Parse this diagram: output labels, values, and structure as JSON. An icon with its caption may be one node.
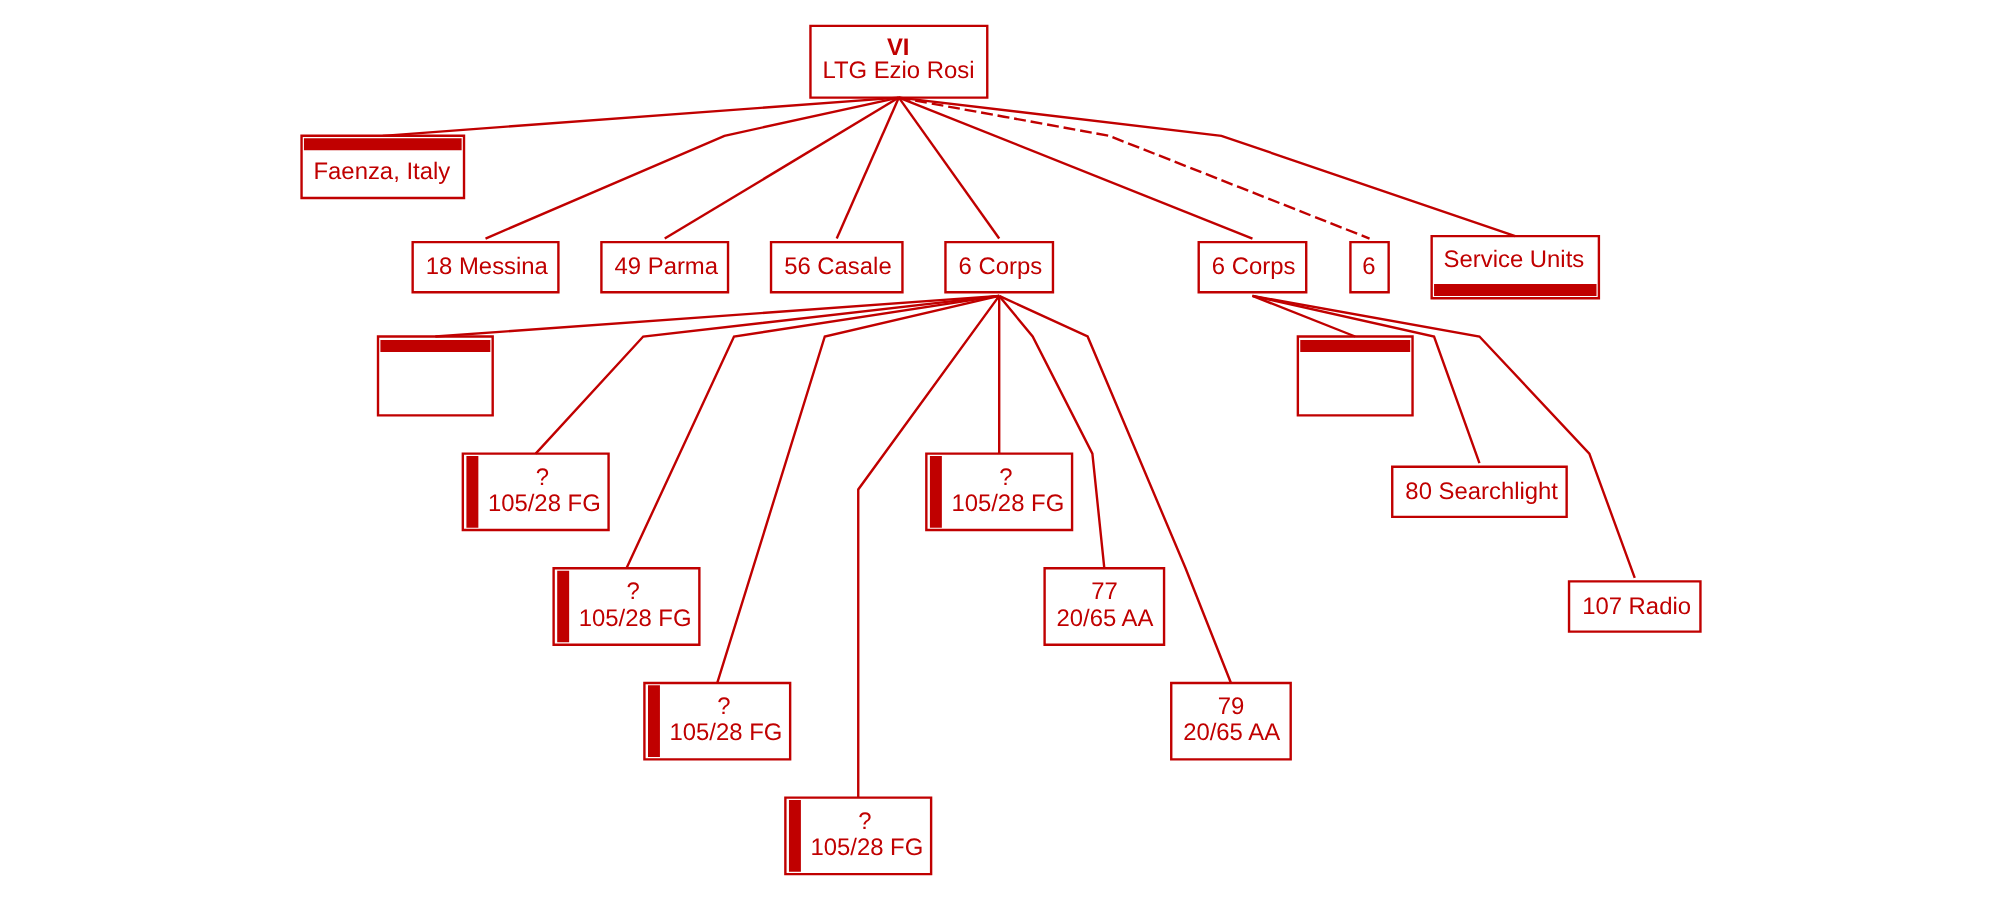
{
  "diagram": {
    "nodes": [
      {
        "text": [
          "VI",
          "LTG Ezio Rosi"
        ]
      },
      {
        "text": [
          "Faenza, Italy"
        ]
      },
      {
        "text": [
          "18 Messina"
        ]
      },
      {
        "text": [
          "49 Parma"
        ]
      },
      {
        "text": [
          "56 Casale"
        ]
      },
      {
        "text": [
          "6 Corps"
        ]
      },
      {
        "text": [
          "6 Corps"
        ]
      },
      {
        "text": [
          "6"
        ]
      },
      {
        "text": [
          "Service Units"
        ]
      },
      {
        "text": [],
        "shape": "box"
      },
      {
        "text": [
          "?",
          "105/28 FG"
        ]
      },
      {
        "text": [
          "?",
          "105/28 FG"
        ]
      },
      {
        "text": [
          "?",
          "105/28 FG"
        ]
      },
      {
        "text": [
          "?",
          "105/28 FG"
        ]
      },
      {
        "text": [
          "?",
          "105/28 FG"
        ]
      },
      {
        "text": [
          "77",
          "20/65 AA"
        ]
      },
      {
        "text": [
          "79",
          "20/65 AA"
        ]
      },
      {
        "text": [],
        "shape": "box"
      },
      {
        "text": [
          "80 Searchlight"
        ]
      },
      {
        "text": [
          "107 Radio"
        ]
      }
    ],
    "edges": [
      {
        "from": 0,
        "to": 1,
        "arrow": "none"
      },
      {
        "from": 0,
        "to": 2,
        "arrow": "none"
      },
      {
        "from": 0,
        "to": 3,
        "arrow": "none"
      },
      {
        "from": 0,
        "to": 4,
        "arrow": "none"
      },
      {
        "from": 0,
        "to": 5,
        "arrow": "none"
      },
      {
        "from": 0,
        "to": 6,
        "arrow": "none"
      },
      {
        "from": 0,
        "to": 7,
        "arrow": "none",
        "style": "dashed"
      },
      {
        "from": 0,
        "to": 8,
        "arrow": "none"
      },
      {
        "from": 5,
        "to": 9,
        "arrow": "none"
      },
      {
        "from": 5,
        "to": 10,
        "arrow": "none"
      },
      {
        "from": 5,
        "to": 11,
        "arrow": "none"
      },
      {
        "from": 5,
        "to": 12,
        "arrow": "none"
      },
      {
        "from": 5,
        "to": 13,
        "arrow": "none"
      },
      {
        "from": 5,
        "to": 14,
        "arrow": "none"
      },
      {
        "from": 5,
        "to": 15,
        "arrow": "none"
      },
      {
        "from": 5,
        "to": 16,
        "arrow": "none"
      },
      {
        "from": 6,
        "to": 17,
        "arrow": "none"
      },
      {
        "from": 6,
        "to": 18,
        "arrow": "none"
      },
      {
        "from": 6,
        "to": 19,
        "arrow": "none"
      }
    ]
  }
}
